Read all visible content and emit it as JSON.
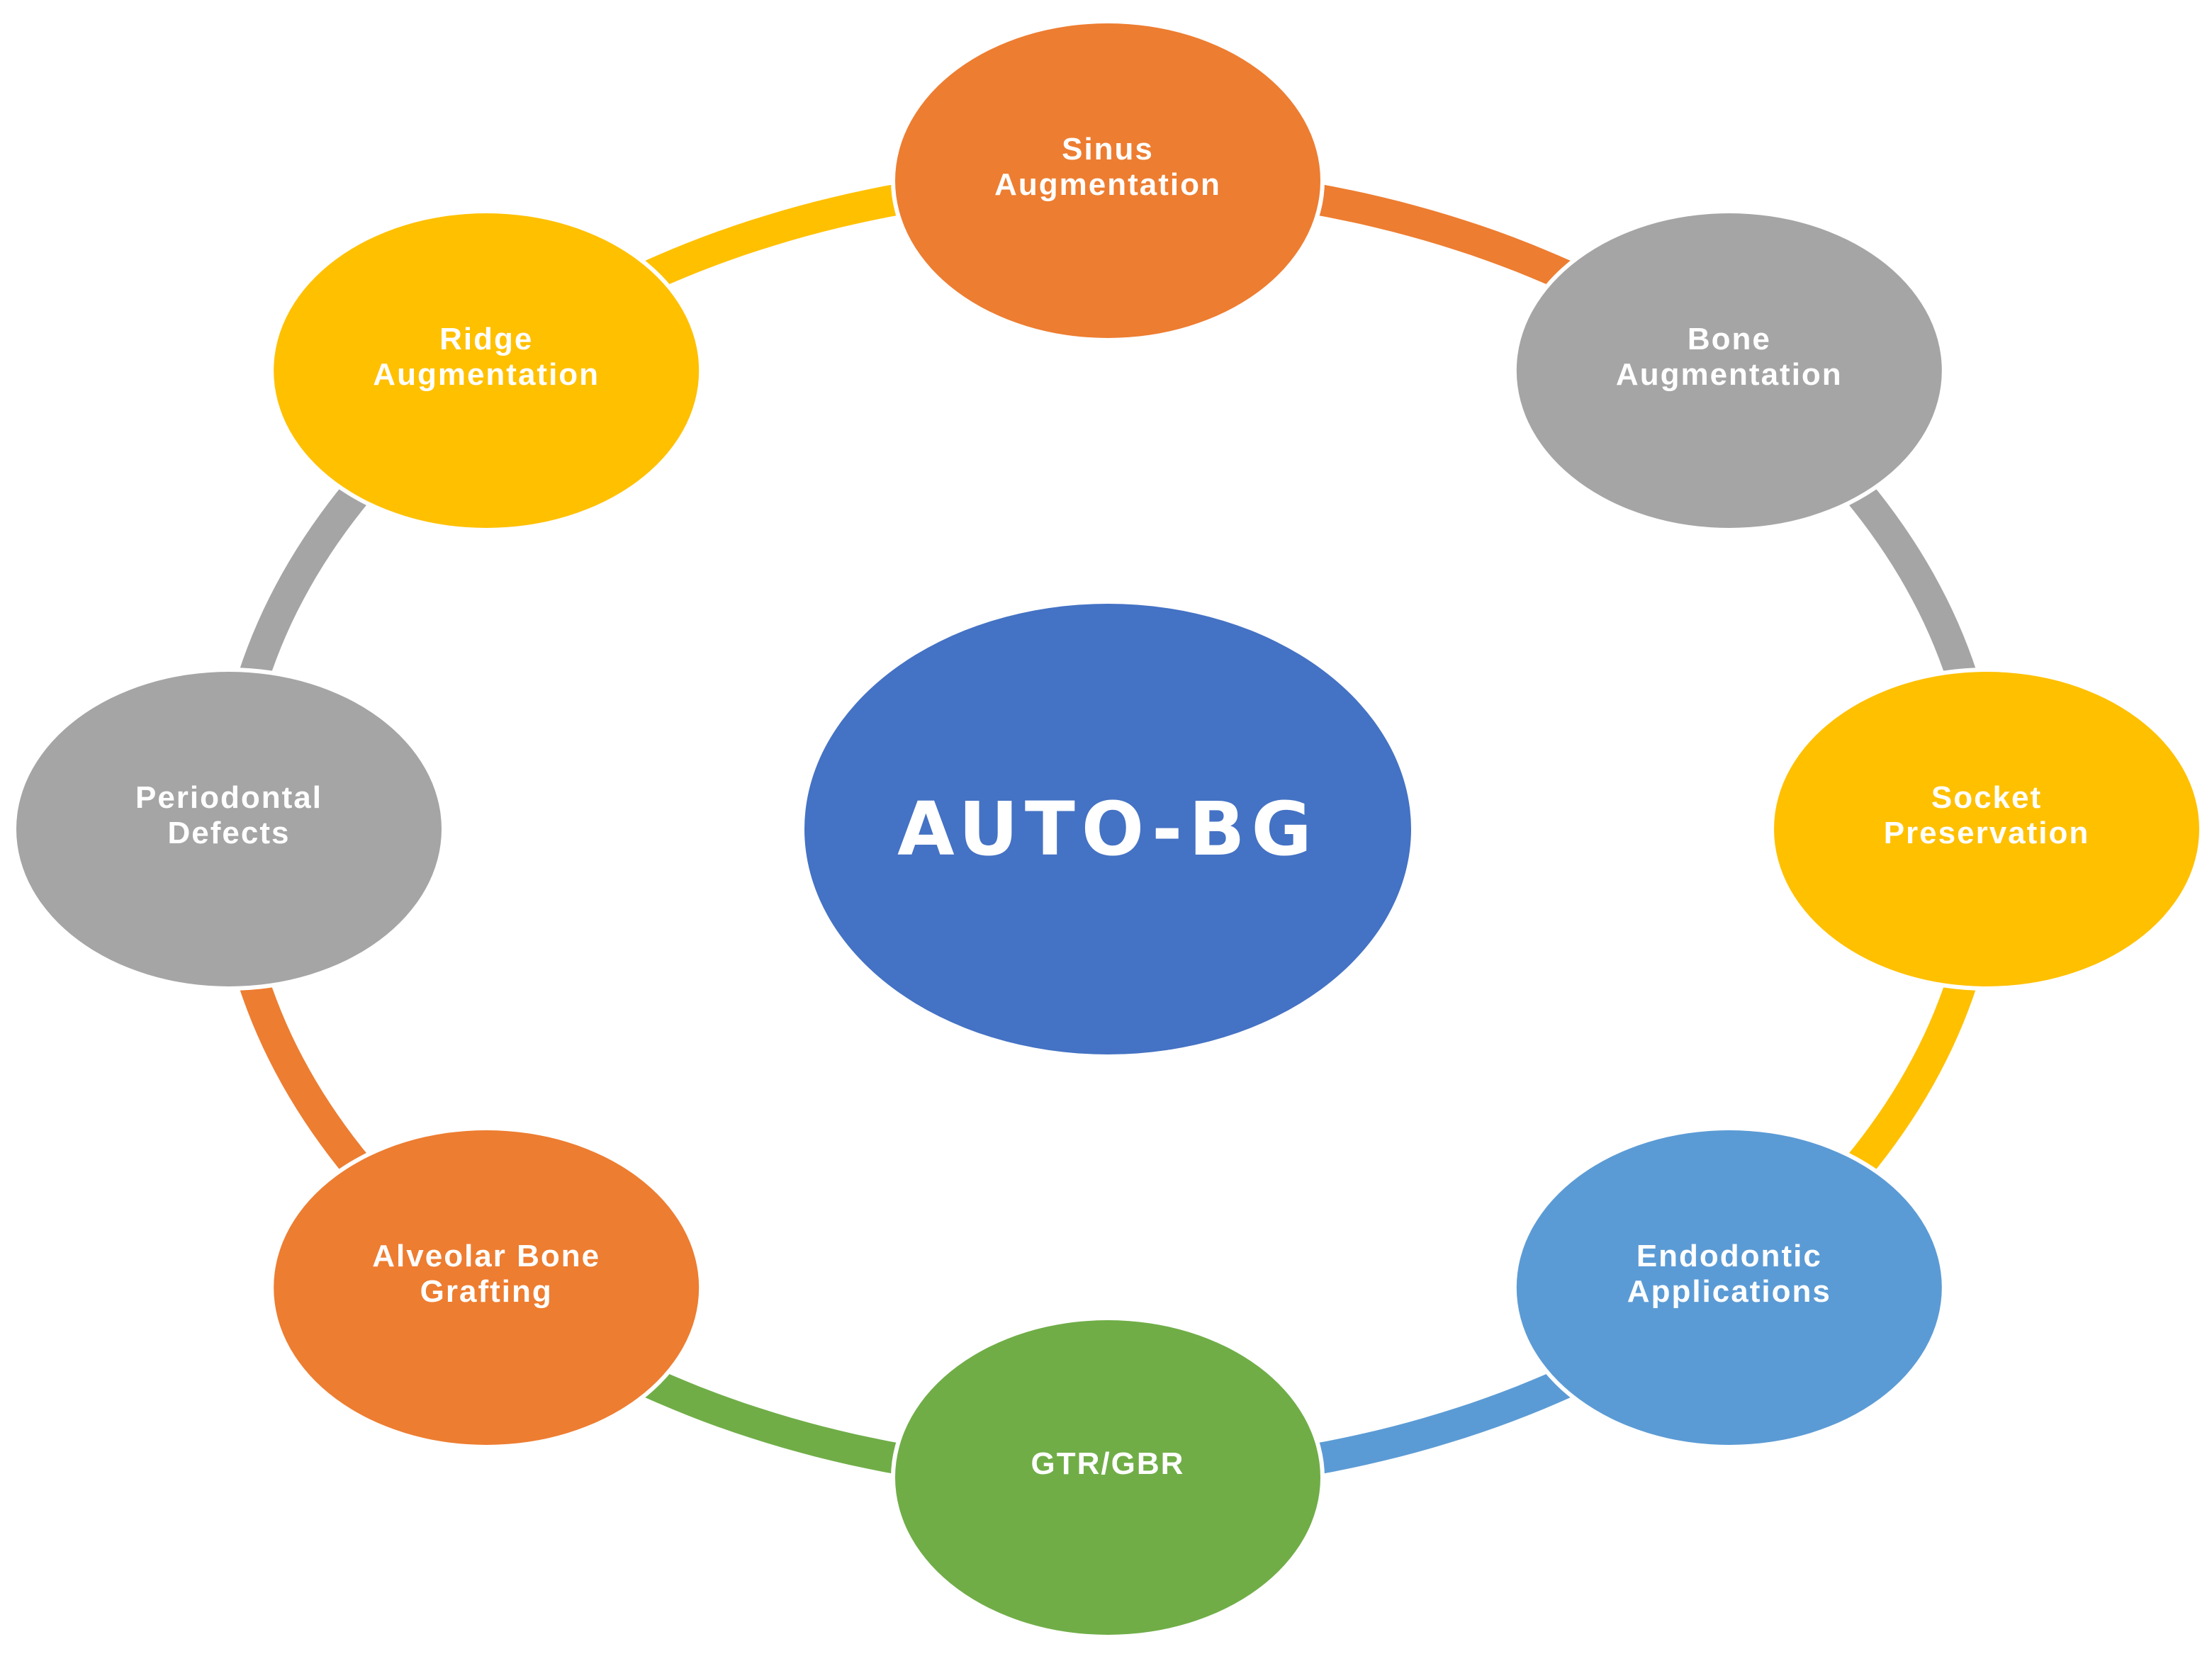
{
  "center": {
    "label": "AUTO-BG",
    "color": "#4472C4"
  },
  "nodes": [
    {
      "id": "sinus-augmentation",
      "lines": [
        "Sinus",
        "Augmentation"
      ],
      "color": "#ED7D31"
    },
    {
      "id": "bone-augmentation",
      "lines": [
        "Bone",
        "Augmentation"
      ],
      "color": "#A5A5A5"
    },
    {
      "id": "socket-preservation",
      "lines": [
        "Socket",
        "Preservation"
      ],
      "color": "#FFC000"
    },
    {
      "id": "endodontic-applications",
      "lines": [
        "Endodontic",
        "Applications"
      ],
      "color": "#5B9BD5"
    },
    {
      "id": "gtr-gbr",
      "lines": [
        "GTR/GBR"
      ],
      "color": "#70AD47"
    },
    {
      "id": "alveolar-bone-grafting",
      "lines": [
        "Alveolar Bone",
        "Grafting"
      ],
      "color": "#ED7D31"
    },
    {
      "id": "periodontal-defects",
      "lines": [
        "Periodontal",
        "Defects"
      ],
      "color": "#A5A5A5"
    },
    {
      "id": "ridge-augmentation",
      "lines": [
        "Ridge",
        "Augmentation"
      ],
      "color": "#FFC000"
    }
  ]
}
